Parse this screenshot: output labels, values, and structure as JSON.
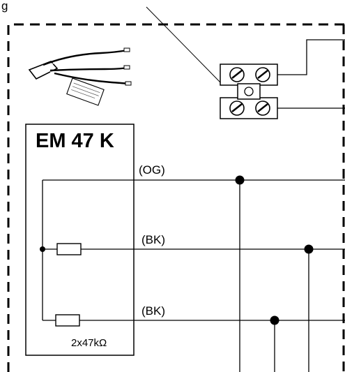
{
  "top_left_text": "g",
  "module": {
    "title": "EM 47 K",
    "resistor_value": "2x47kΩ"
  },
  "wires": {
    "orange_label": "(OG)",
    "black_label_1": "(BK)",
    "black_label_2": "(BK)"
  },
  "colors": {
    "line": "#000000",
    "background": "#ffffff"
  }
}
